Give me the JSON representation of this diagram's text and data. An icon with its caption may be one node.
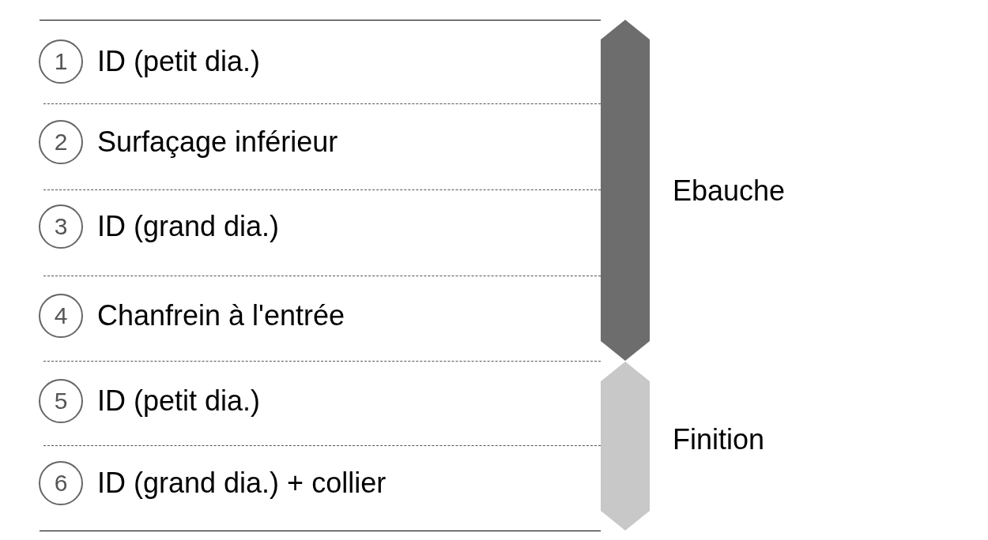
{
  "diagram": {
    "nodes": [
      {
        "text": [
          "1"
        ],
        "beside": [
          "ID (petit dia.)"
        ]
      },
      {
        "text": [
          "2"
        ],
        "beside": [
          "Surfaçage inférieur"
        ]
      },
      {
        "text": [
          "3"
        ],
        "beside": [
          "ID (grand dia.)"
        ]
      },
      {
        "text": [
          "4"
        ],
        "beside": [
          "Chanfrein à l'entrée"
        ]
      },
      {
        "text": [
          "5"
        ],
        "beside": [
          "ID (petit dia.)"
        ]
      },
      {
        "text": [
          "6"
        ],
        "beside": [
          "ID (grand dia.) + collier"
        ]
      },
      {
        "text": [],
        "shape": "hexagon",
        "beside": [
          "Ebauche"
        ]
      },
      {
        "text": [],
        "shape": "hexagon",
        "beside": [
          "Finition"
        ]
      }
    ]
  }
}
